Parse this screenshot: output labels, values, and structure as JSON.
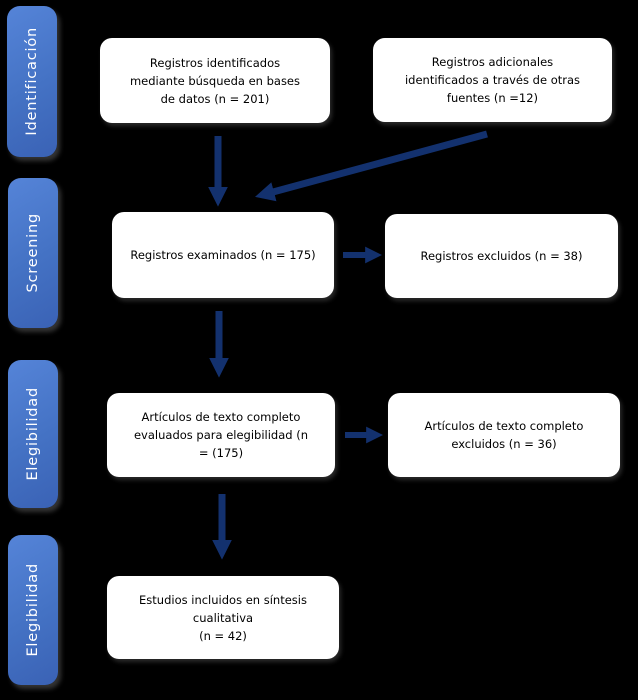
{
  "sidebar": {
    "items": [
      {
        "label": "Identificación"
      },
      {
        "label": "Screening"
      },
      {
        "label": "Elegibilidad"
      },
      {
        "label": "Elegibilidad"
      }
    ]
  },
  "boxes": [
    {
      "id": "registros-identificados",
      "text": "Registros identificados\nmediante búsqueda en bases\nde datos (n = 201)"
    },
    {
      "id": "registros-adicionales",
      "text": "Registros adicionales\nidentificados a través de otras\nfuentes (n =12)"
    },
    {
      "id": "registros-examinados",
      "text": "Registros examinados (n = 175)"
    },
    {
      "id": "registros-excluidos",
      "text": "Registros excluidos (n = 38)"
    },
    {
      "id": "articulos-evaluados",
      "text": "Artículos de texto completo\nevaluados para elegibilidad (n\n= (175)"
    },
    {
      "id": "articulos-excluidos",
      "text": "Artículos de texto completo\nexcluidos (n = 36)"
    },
    {
      "id": "estudios-incluidos",
      "text": "Estudios incluidos en síntesis\ncualitativa\n(n = 42)"
    }
  ],
  "colors": {
    "background": "#000000",
    "box_background": "#ffffff",
    "box_text": "#000000",
    "arrow": "#13316e",
    "stage_top": "#5584d8",
    "stage_mid": "#4472c4",
    "stage_bottom": "#3a62b5",
    "stage_text": "#ffffff"
  }
}
